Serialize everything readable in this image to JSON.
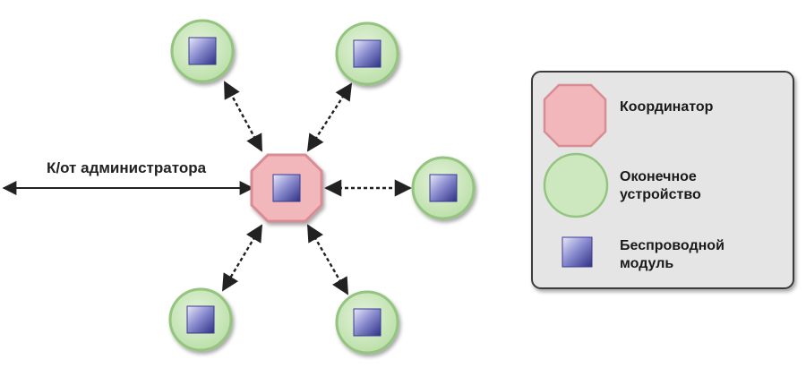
{
  "diagram": {
    "admin_link_label": "К/от администратора",
    "colors": {
      "coordinator_fill": "#f2b7bb",
      "coordinator_border": "#d98c94",
      "end_device_fill": "#cde8bf",
      "end_device_border": "#94c57f",
      "module_fill": "#4d4fa6",
      "legend_bg": "#e5e5e5"
    },
    "legend": {
      "items": [
        {
          "icon": "coordinator-icon",
          "label_line1": "Координатор",
          "label_line2": ""
        },
        {
          "icon": "end-device-icon",
          "label_line1": "Оконечное",
          "label_line2": "устройство"
        },
        {
          "icon": "wireless-module-icon",
          "label_line1": "Беспроводной",
          "label_line2": "модуль"
        }
      ]
    }
  }
}
